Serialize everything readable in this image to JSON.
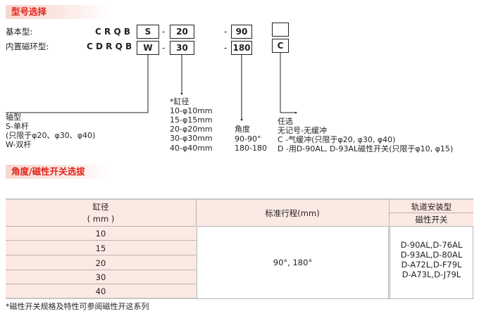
{
  "section1": {
    "title": "型号选择"
  },
  "models": [
    {
      "label": "基本型:",
      "code": "CRQB",
      "boxes": [
        "S",
        "20",
        "90",
        ""
      ]
    },
    {
      "label": "内置磁环型:",
      "code": "CDRQB",
      "boxes": [
        "W",
        "30",
        "180",
        "C"
      ]
    }
  ],
  "dash": "-",
  "shaft": {
    "title": "轴型",
    "lines": [
      "S-单杆",
      "(只限于φ20、φ30、φ40)",
      "W-双杆"
    ]
  },
  "bore": {
    "title": "*缸径",
    "lines": [
      "10-φ10mm",
      "15-φ15mm",
      "20-φ20mm",
      "30-φ30mm",
      "40-φ40mm"
    ]
  },
  "angle": {
    "title": "角度",
    "lines": [
      "90-90°",
      "180-180"
    ]
  },
  "option": {
    "title": "任选",
    "lines": [
      "无记号-无缓冲",
      "C -气缓冲(只限于φ20, φ30, φ40)",
      "D -用D-90AL, D-93AL磁性开关(只限于φ10, φ15)"
    ]
  },
  "section2": {
    "title": "角度/磁性开关选拔"
  },
  "table": {
    "header_bore": "缸径",
    "header_bore_unit": "( mm )",
    "header_stroke": "标准行程(mm)",
    "header_mount": "轨道安装型",
    "header_switch": "磁性开关",
    "bores": [
      "10",
      "15",
      "20",
      "30",
      "40"
    ],
    "stroke": "90°, 180°",
    "switches": [
      "D-90AL,D-76AL",
      "D-93AL,D-80AL",
      "D-A72L,D-F79L",
      "D-A73L,D-J79L"
    ]
  },
  "footnote": "*磁性开关规格及特性可参阅磁性开这系列",
  "colors": {
    "accent": "#e2231a",
    "band": "#fbe9e4",
    "line": "#231f20"
  }
}
